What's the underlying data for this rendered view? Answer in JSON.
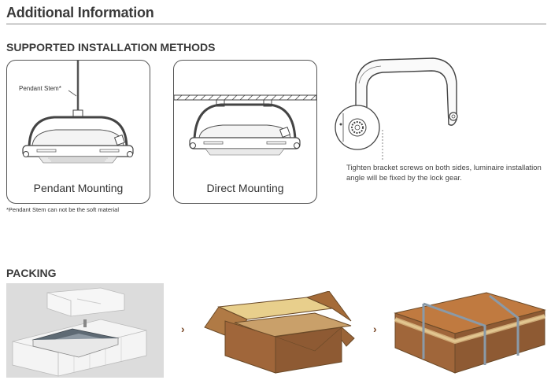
{
  "header": {
    "title": "Additional Information"
  },
  "installation": {
    "heading": "SUPPORTED INSTALLATION METHODS",
    "pendant": {
      "caption": "Pendant Mounting",
      "stem_label": "Pendant Stem*"
    },
    "direct": {
      "caption": "Direct Mounting"
    },
    "note": "*Pendant Stem can not be the soft material",
    "bracket": {
      "description": "Tighten bracket screws on both sides, luminaire installation angle will be fixed by the lock gear."
    }
  },
  "packing": {
    "heading": "PACKING"
  },
  "colors": {
    "box_brown": "#a0663a",
    "box_inner": "#e8cf8c",
    "strap": "#8a9aa8",
    "arrow": "#7a4a2a"
  },
  "icons": {
    "step_arrow": "chevron-right-icon"
  }
}
